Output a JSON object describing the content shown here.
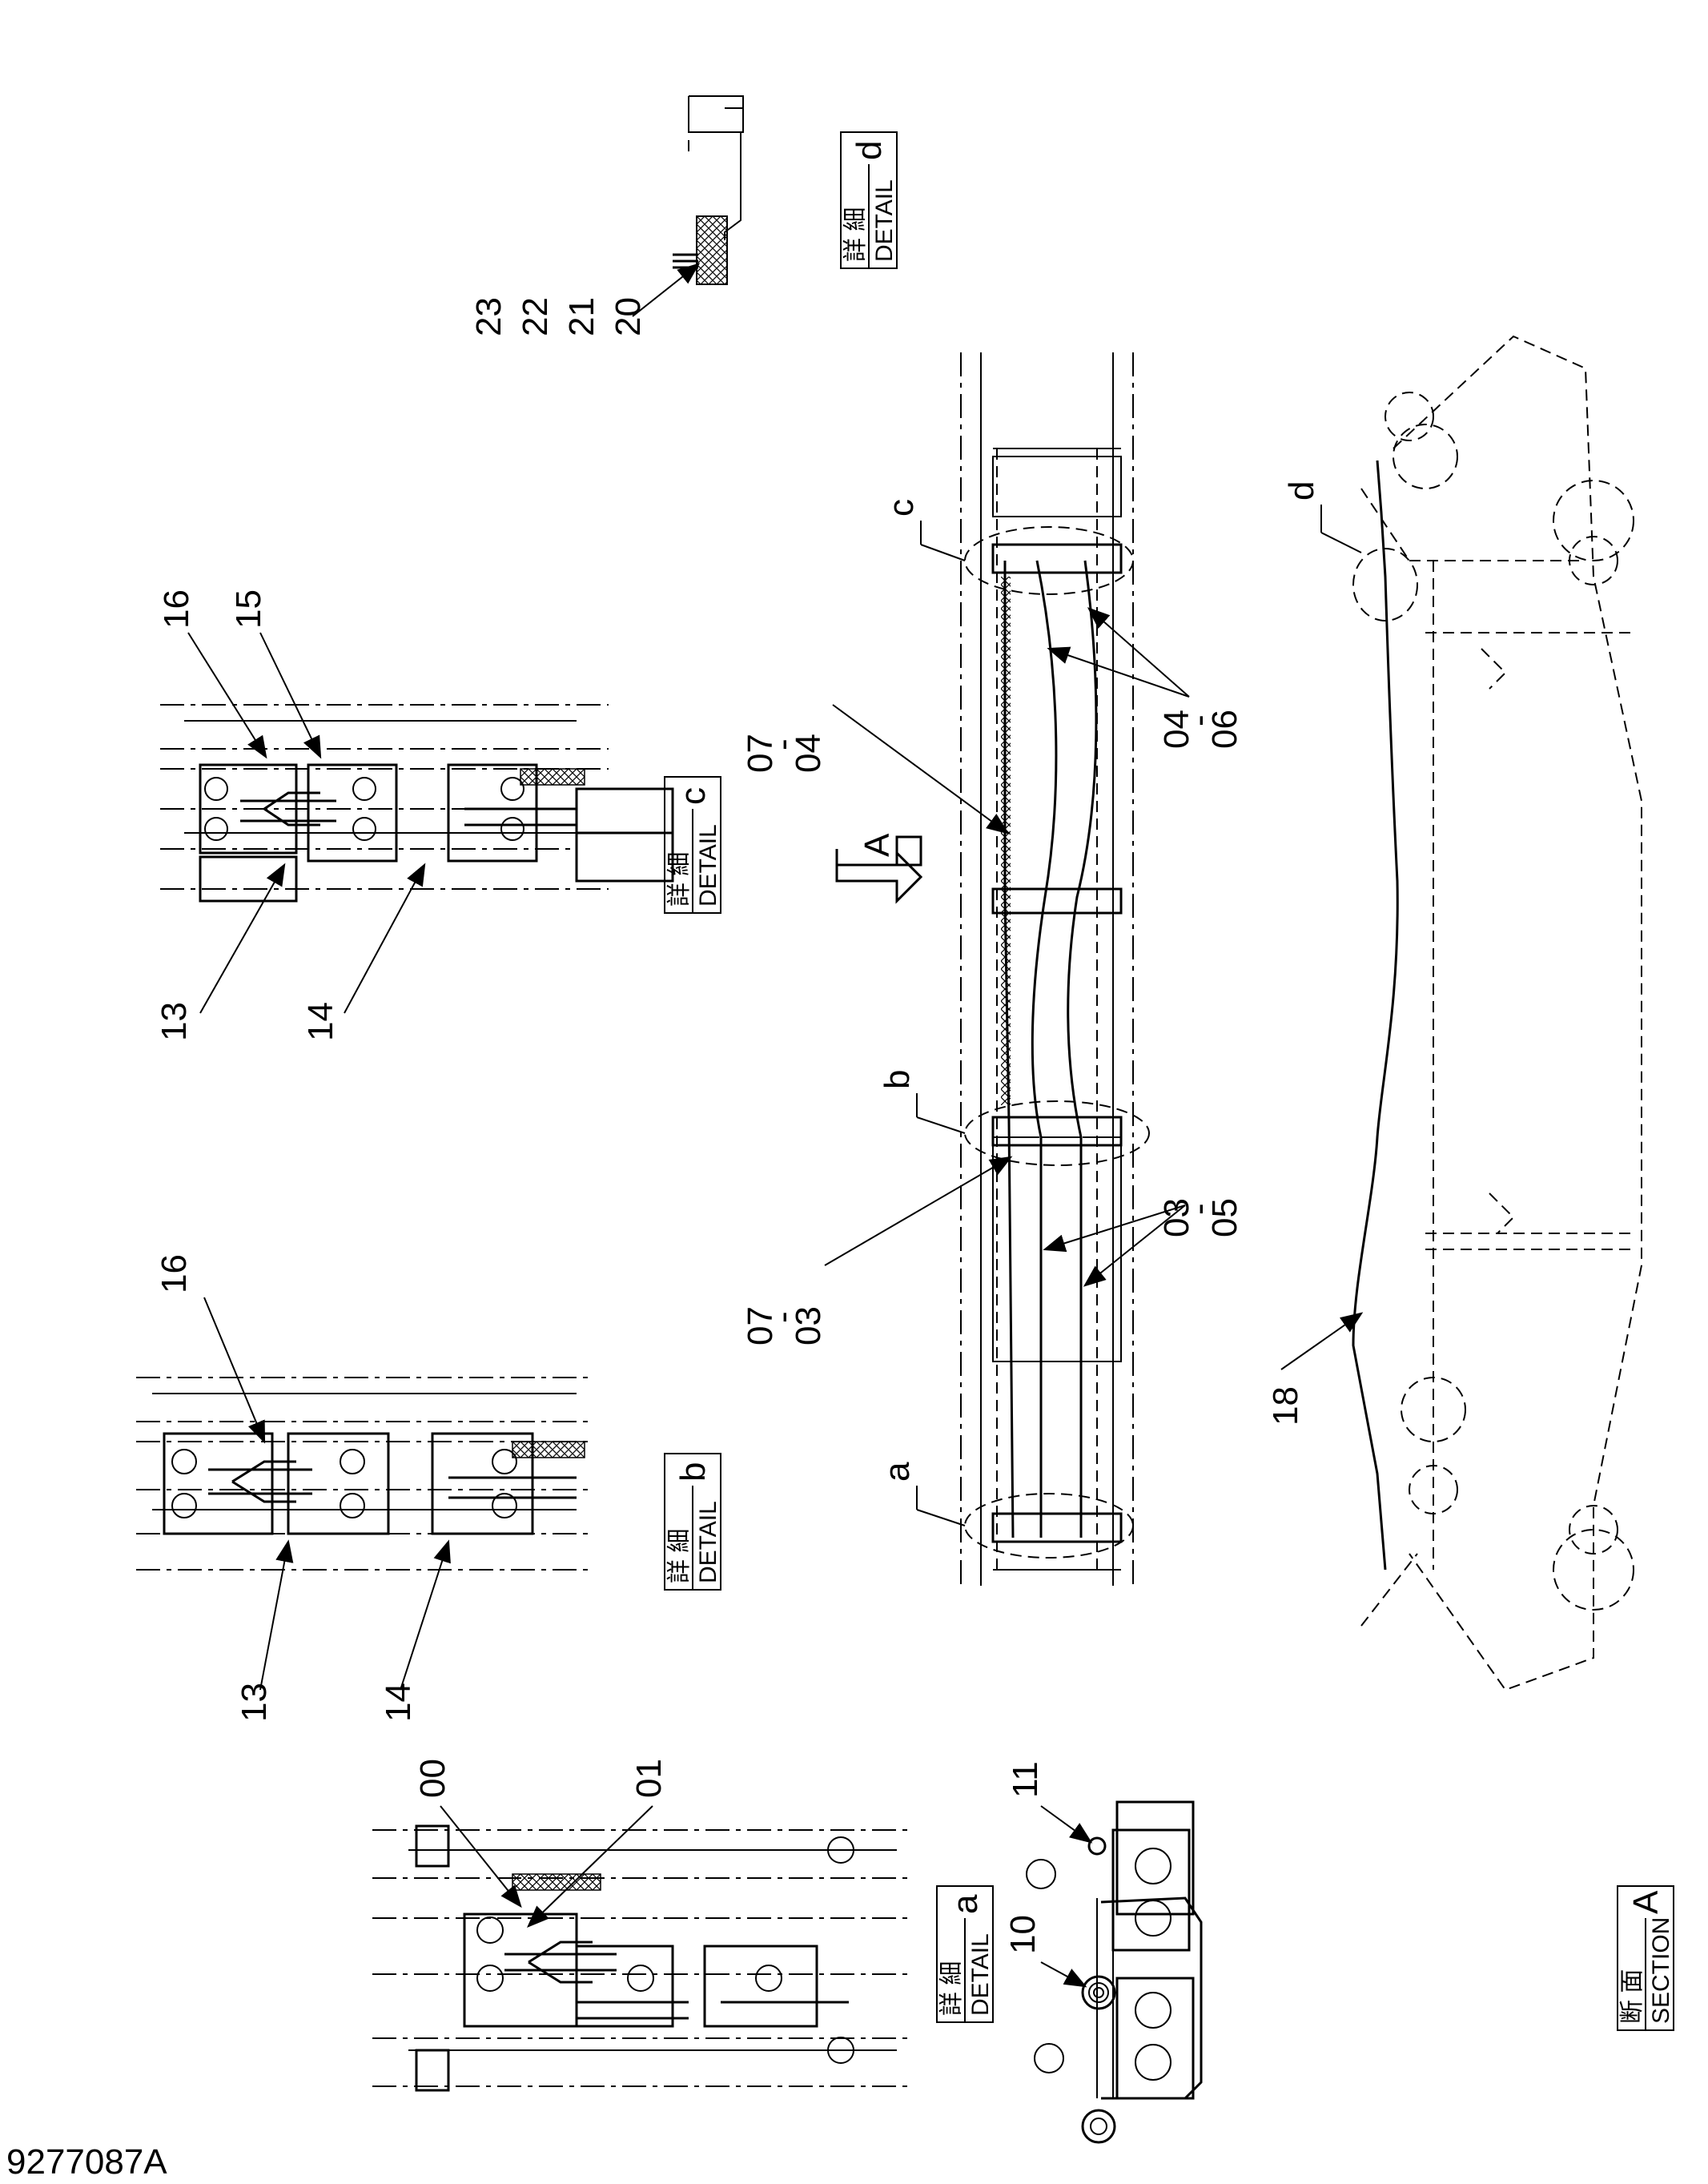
{
  "drawing": {
    "number": "9277087A",
    "colors": {
      "line": "#000000",
      "background": "#ffffff"
    }
  },
  "details": {
    "a": {
      "kanji": "詳 細",
      "word": "DETAIL",
      "letter": "a"
    },
    "b": {
      "kanji": "詳 細",
      "word": "DETAIL",
      "letter": "b"
    },
    "c": {
      "kanji": "詳 細",
      "word": "DETAIL",
      "letter": "c"
    },
    "d": {
      "kanji": "詳 細",
      "word": "DETAIL",
      "letter": "d"
    }
  },
  "section": {
    "kanji": "断 面",
    "word": "SECTION",
    "letter": "A"
  },
  "view_arrow": "A",
  "callout_letters": {
    "a": "a",
    "b": "b",
    "c": "c",
    "d": "d"
  },
  "part_numbers": {
    "p00": "00",
    "p01": "01",
    "p03": "03",
    "p04": "04",
    "p05": "05",
    "p06": "06",
    "p07": "07",
    "p10": "10",
    "p11": "11",
    "p13": "13",
    "p14": "14",
    "p15": "15",
    "p16": "16",
    "p18": "18",
    "p20": "20",
    "p21": "21",
    "p22": "22",
    "p23": "23",
    "dash": "-"
  }
}
